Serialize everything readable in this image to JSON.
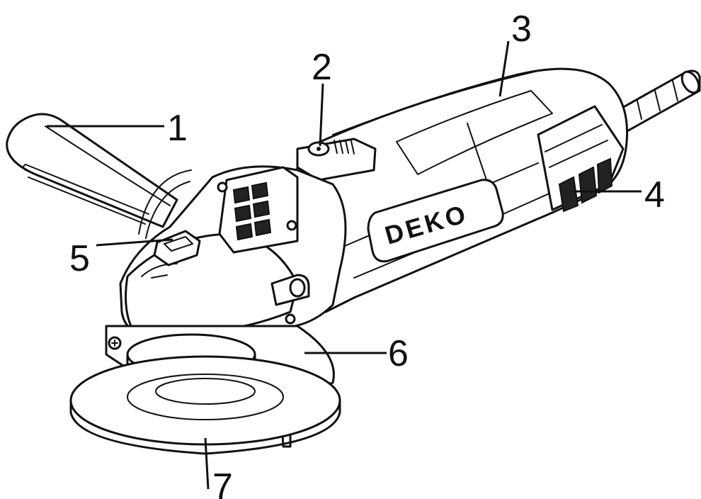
{
  "brand": "DEKO",
  "callouts": [
    {
      "id": "1",
      "label": "1"
    },
    {
      "id": "2",
      "label": "2"
    },
    {
      "id": "3",
      "label": "3"
    },
    {
      "id": "4",
      "label": "4"
    },
    {
      "id": "5",
      "label": "5"
    },
    {
      "id": "6",
      "label": "6"
    },
    {
      "id": "7",
      "label": "7"
    }
  ]
}
